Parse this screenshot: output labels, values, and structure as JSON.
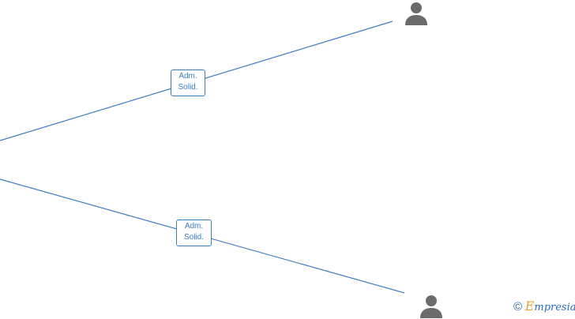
{
  "edges": [
    {
      "label_line1": "Adm.",
      "label_line2": "Solid."
    },
    {
      "label_line1": "Adm.",
      "label_line2": "Solid."
    }
  ],
  "nodes": [
    {
      "type": "person",
      "icon": "person-icon"
    },
    {
      "type": "person",
      "icon": "person-icon"
    }
  ],
  "footer": {
    "copyright_symbol": "©",
    "brand_initial": "E",
    "brand_rest": "mpresia"
  },
  "colors": {
    "edge": "#3a7cc4",
    "node_icon": "#6b6b6b",
    "brand_blue": "#2a6ab8",
    "brand_orange": "#f0a030"
  }
}
